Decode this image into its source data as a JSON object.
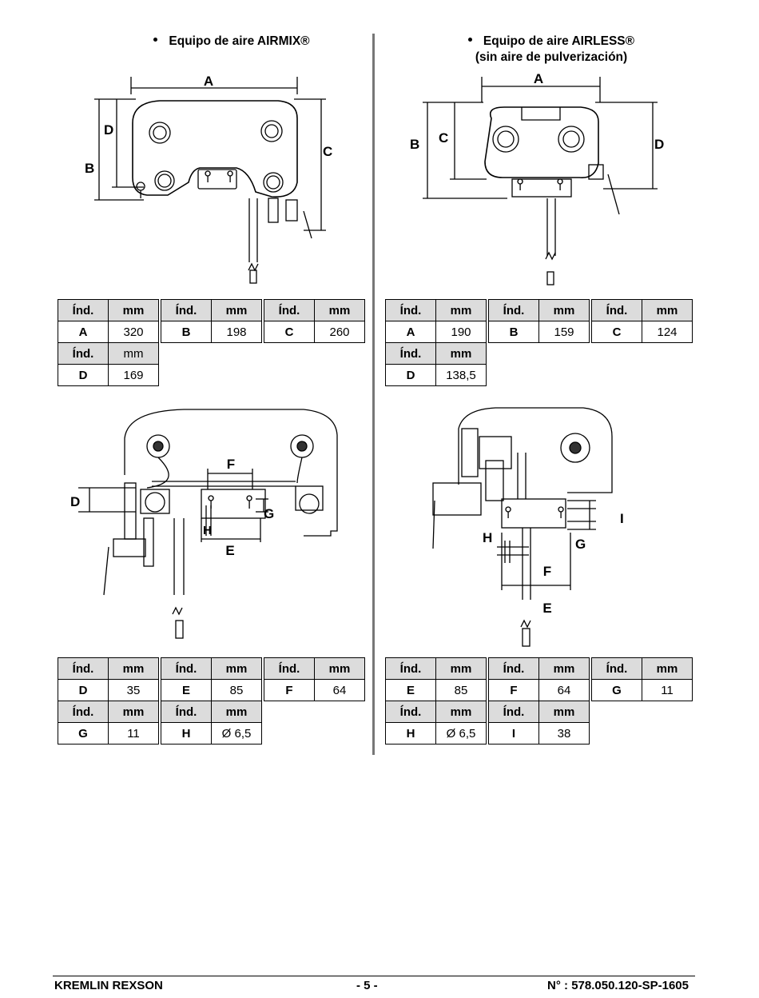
{
  "left_heading": "Equipo de aire AIRMIX®",
  "right_heading_line1": "Equipo de aire AIRLESS®",
  "right_heading_line2": "(sin aire de pulverización)",
  "col_ind": "Índ.",
  "col_mm": "mm",
  "labels": {
    "A": "A",
    "B": "B",
    "C": "C",
    "D": "D",
    "E": "E",
    "F": "F",
    "G": "G",
    "H": "H",
    "I": "I"
  },
  "tables": {
    "t1": {
      "A": "320",
      "B": "198",
      "C": "260",
      "D": "169"
    },
    "t2": {
      "A": "190",
      "B": "159",
      "C": "124",
      "D": "138,5"
    },
    "t3": {
      "D": "35",
      "E": "85",
      "F": "64",
      "G": "11",
      "H": "Ø 6,5"
    },
    "t4": {
      "E": "85",
      "F": "64",
      "G": "11",
      "H": "Ø 6,5",
      "I": "38"
    }
  },
  "footer": {
    "company": "KREMLIN REXSON",
    "page": "- 5 -",
    "doc_number": "N° :  578.050.120-SP-1605"
  }
}
